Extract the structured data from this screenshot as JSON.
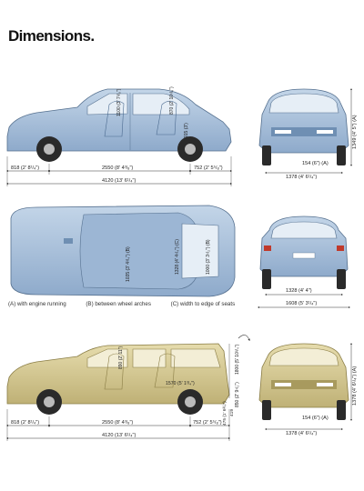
{
  "title": "Dimensions.",
  "legend": [
    "(A) with engine running",
    "(B) between wheel arches",
    "(C) width to edge of seats"
  ],
  "colors": {
    "saloon": "#a7bfd9",
    "saloon_dark": "#6f8fb3",
    "estate": "#d8cd98",
    "estate_dark": "#a89a5e",
    "glass": "#e6eef6",
    "tyre": "#2a2a2a",
    "dim_line": "#333333"
  },
  "saloon_side": {
    "front_overhang": "818 (2' 8¹/₄\")",
    "wheelbase": "2550 (8' 4³/₈\")",
    "rear_overhang": "752 (2' 5⁵/₈\")",
    "length": "4120 (13' 6¹/₄\")",
    "interior_1": "1100 (3' 7³/₈\")",
    "interior_2": "870 (2' 10¹/₄\")",
    "interior_3": "915 (3')"
  },
  "saloon_front": {
    "height": "1349 (4' 5\") (A)",
    "ground_clearance": "154 (6\") (A)",
    "front_track": "1378 (4' 6¹/₄\")"
  },
  "saloon_top": {
    "width_b": "1035 (3' 4³/₄\") (B)",
    "width_c": "1328 (4' 4¹/₄\") (C)",
    "width_3": "1000 (3' 3¹/₂\") (B)"
  },
  "saloon_rear": {
    "rear_track": "1328 (4' 4\")",
    "width": "1608 (5' 3¹/₄\")"
  },
  "estate_side": {
    "front_overhang": "818 (2' 8¹/₄\")",
    "wheelbase": "2550 (8' 4³/₈\")",
    "rear_overhang": "752 (2' 5⁵/₈\")",
    "length": "4120 (13' 6¹/₄\")",
    "load_length": "1570 (5' 1³/₄\")",
    "tailgate_height": "1800 (5' 10³/₄\")",
    "opening_height": "850 (2' 9¹/₂\")",
    "sill_height": "419",
    "sill_height_2": "475 (1' 6³/₄\")",
    "interior_1": "890 (2' 11\")"
  },
  "estate_front": {
    "height": "1378 (4' 6¹/₄\") (A)",
    "ground_clearance": "154 (6\") (A)",
    "front_track": "1378 (4' 6¹/₄\")"
  }
}
